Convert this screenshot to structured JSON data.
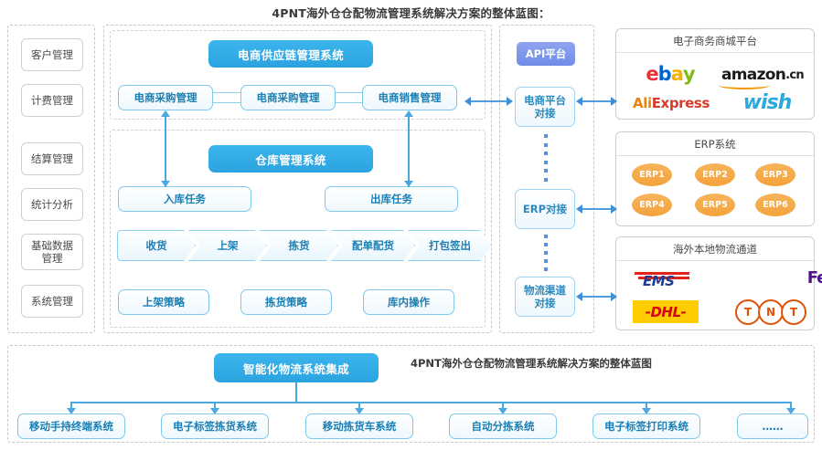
{
  "page": {
    "title": "4PNT海外仓仓配物流管理系统解决方案的整体蓝图：",
    "accent_blue": "#2ba3e0",
    "accent_purple": "#6f8ce6",
    "accent_orange": "#f4a23b",
    "panel_border": "#cdcdcd"
  },
  "sidebar": {
    "items": [
      {
        "label": "客户管理"
      },
      {
        "label": "计费管理"
      },
      {
        "label": "结算管理"
      },
      {
        "label": "统计分析"
      },
      {
        "label": "基础数据\n管理"
      },
      {
        "label": "系统管理"
      }
    ]
  },
  "supply_chain": {
    "header": "电商供应链管理系统",
    "modules": [
      {
        "label": "电商采购管理"
      },
      {
        "label": "电商采购管理"
      },
      {
        "label": "电商销售管理"
      }
    ]
  },
  "warehouse": {
    "header": "仓库管理系统",
    "tasks": [
      {
        "label": "入库任务"
      },
      {
        "label": "出库任务"
      }
    ],
    "process_steps": [
      {
        "label": "收货"
      },
      {
        "label": "上架"
      },
      {
        "label": "拣货"
      },
      {
        "label": "配单配货"
      },
      {
        "label": "打包签出"
      }
    ],
    "strategies": [
      {
        "label": "上架策略"
      },
      {
        "label": "拣货策略"
      },
      {
        "label": "库内操作"
      }
    ]
  },
  "api_column": {
    "header": "API平台",
    "connectors": [
      {
        "label": "电商平台\n对接"
      },
      {
        "label": "ERP对接"
      },
      {
        "label": "物流渠道\n对接"
      }
    ]
  },
  "right_panels": [
    {
      "title": "电子商务商城平台",
      "logos": [
        {
          "name": "ebay-logo",
          "text": "ebay"
        },
        {
          "name": "amazon-logo",
          "text": "amazon.cn"
        },
        {
          "name": "aliexpress-logo",
          "text": "AliExpress"
        },
        {
          "name": "wish-logo",
          "text": "wish"
        }
      ]
    },
    {
      "title": "ERP系统",
      "items": [
        {
          "label": "ERP1"
        },
        {
          "label": "ERP2"
        },
        {
          "label": "ERP3"
        },
        {
          "label": "ERP4"
        },
        {
          "label": "ERP5"
        },
        {
          "label": "ERP6"
        }
      ]
    },
    {
      "title": "海外本地物流通道",
      "logos": [
        {
          "name": "ems-logo",
          "text": "EMS"
        },
        {
          "name": "fedex-logo",
          "text": "FedEx Express"
        },
        {
          "name": "dhl-logo",
          "text": "DHL"
        },
        {
          "name": "tnt-logo",
          "text": "TNT"
        }
      ]
    }
  ],
  "bottom": {
    "header": "智能化物流系统集成",
    "caption": "4PNT海外仓仓配物流管理系统解决方案的整体蓝图",
    "systems": [
      {
        "label": "移动手持终端系统"
      },
      {
        "label": "电子标签拣货系统"
      },
      {
        "label": "移动拣货车系统"
      },
      {
        "label": "自动分拣系统"
      },
      {
        "label": "电子标签打印系统"
      },
      {
        "label": "……"
      }
    ]
  }
}
